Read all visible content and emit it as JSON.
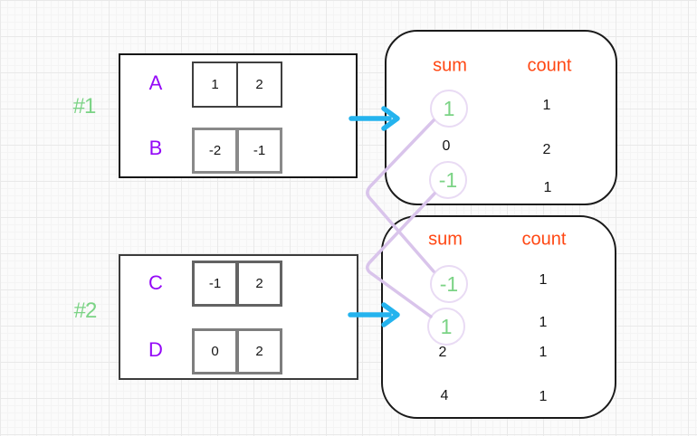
{
  "diagram": {
    "examples": [
      {
        "label": "#1",
        "arrays": [
          {
            "name": "A",
            "values": [
              "1",
              "2"
            ]
          },
          {
            "name": "B",
            "values": [
              "-2",
              "-1"
            ]
          }
        ],
        "table": {
          "sum_header": "sum",
          "count_header": "count",
          "rows": [
            {
              "sum": "1",
              "count": "1",
              "highlighted": true
            },
            {
              "sum": "0",
              "count": "2",
              "highlighted": false
            },
            {
              "sum": "-1",
              "count": "1",
              "highlighted": true
            }
          ]
        }
      },
      {
        "label": "#2",
        "arrays": [
          {
            "name": "C",
            "values": [
              "-1",
              "2"
            ]
          },
          {
            "name": "D",
            "values": [
              "0",
              "2"
            ]
          }
        ],
        "table": {
          "sum_header": "sum",
          "count_header": "count",
          "rows": [
            {
              "sum": "-1",
              "count": "1",
              "highlighted": true
            },
            {
              "sum": "1",
              "count": "1",
              "highlighted": true
            },
            {
              "sum": "2",
              "count": "1",
              "highlighted": false
            },
            {
              "sum": "4",
              "count": "1",
              "highlighted": false
            }
          ]
        }
      }
    ],
    "connections": [
      {
        "from": "example1-sum-1",
        "to": "example2-sum--1"
      },
      {
        "from": "example1-sum--1",
        "to": "example2-sum-1"
      }
    ],
    "colors": {
      "green": "#7bd385",
      "purple": "#9408f7",
      "orange": "#ff4713",
      "arrow_blue": "#24b3ee",
      "connector_lavender": "#d9c4eb",
      "circle_lavender": "#e9dbf4"
    }
  }
}
